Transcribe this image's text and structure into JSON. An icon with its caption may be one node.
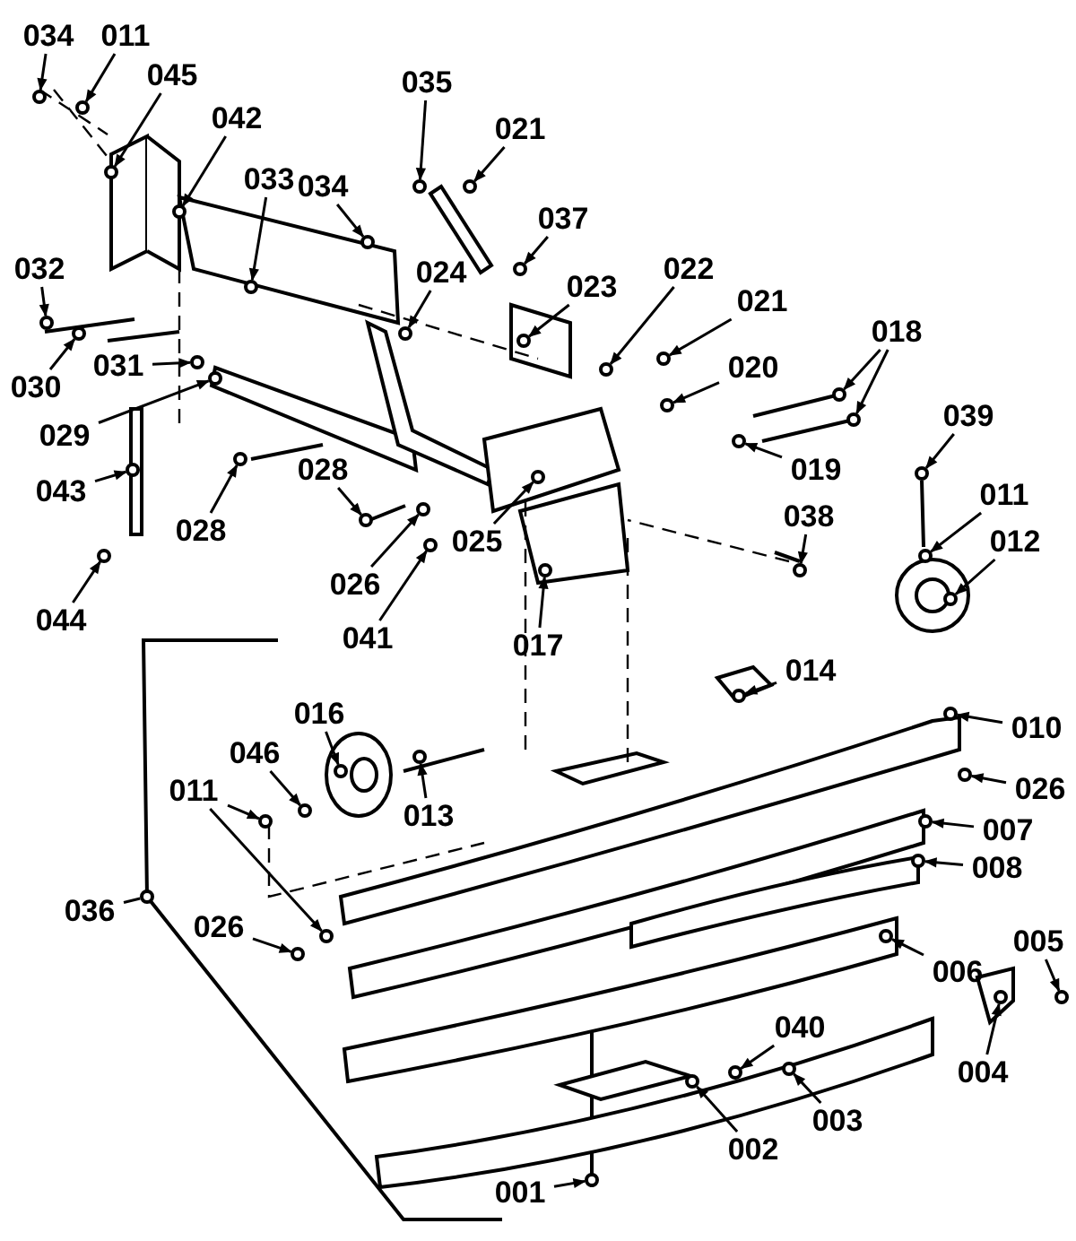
{
  "diagram": {
    "nodes": [
      {
        "text": [
          "034"
        ]
      },
      {
        "text": [
          "011"
        ]
      },
      {
        "text": [
          "045"
        ]
      },
      {
        "text": [
          "042"
        ]
      },
      {
        "text": [
          "033"
        ]
      },
      {
        "text": [
          "035"
        ]
      },
      {
        "text": [
          "021"
        ]
      },
      {
        "text": [
          "034"
        ]
      },
      {
        "text": [
          "037"
        ]
      },
      {
        "text": [
          "023"
        ]
      },
      {
        "text": [
          "024"
        ]
      },
      {
        "text": [
          "022"
        ]
      },
      {
        "text": [
          "021"
        ]
      },
      {
        "text": [
          "018"
        ]
      },
      {
        "text": [
          "020"
        ]
      },
      {
        "text": [
          "019"
        ]
      },
      {
        "text": [
          "032"
        ]
      },
      {
        "text": [
          "030"
        ]
      },
      {
        "text": [
          "031"
        ]
      },
      {
        "text": [
          "029"
        ]
      },
      {
        "text": [
          "043"
        ]
      },
      {
        "text": [
          "028"
        ]
      },
      {
        "text": [
          "044"
        ]
      },
      {
        "text": [
          "028"
        ]
      },
      {
        "text": [
          "026"
        ]
      },
      {
        "text": [
          "041"
        ]
      },
      {
        "text": [
          "025"
        ]
      },
      {
        "text": [
          "017"
        ]
      },
      {
        "text": [
          "038"
        ]
      },
      {
        "text": [
          "039"
        ]
      },
      {
        "text": [
          "011"
        ]
      },
      {
        "text": [
          "012"
        ]
      },
      {
        "text": [
          "014"
        ]
      },
      {
        "text": [
          "010"
        ]
      },
      {
        "text": [
          "026"
        ]
      },
      {
        "text": [
          "016"
        ]
      },
      {
        "text": [
          "046"
        ]
      },
      {
        "text": [
          "011"
        ]
      },
      {
        "text": [
          "013"
        ]
      },
      {
        "text": [
          "007"
        ]
      },
      {
        "text": [
          "008"
        ]
      },
      {
        "text": [
          "036"
        ]
      },
      {
        "text": [
          "026"
        ]
      },
      {
        "text": [
          "005"
        ]
      },
      {
        "text": [
          "006"
        ]
      },
      {
        "text": [
          "004"
        ]
      },
      {
        "text": [
          "040"
        ]
      },
      {
        "text": [
          "003"
        ]
      },
      {
        "text": [
          "002"
        ]
      },
      {
        "text": [
          "001"
        ]
      },
      {
        "text": [],
        "shape": "circle"
      },
      {
        "text": [],
        "shape": "circle"
      },
      {
        "text": [],
        "shape": "circle"
      },
      {
        "text": [],
        "shape": "circle"
      },
      {
        "text": [],
        "shape": "circle"
      },
      {
        "text": [],
        "shape": "circle"
      },
      {
        "text": [],
        "shape": "circle"
      },
      {
        "text": [],
        "shape": "circle"
      },
      {
        "text": [],
        "shape": "circle"
      },
      {
        "text": [],
        "shape": "circle"
      },
      {
        "text": [],
        "shape": "circle"
      },
      {
        "text": [],
        "shape": "circle"
      },
      {
        "text": [],
        "shape": "circle"
      },
      {
        "text": [],
        "shape": "circle"
      },
      {
        "text": [],
        "shape": "circle"
      },
      {
        "text": [],
        "shape": "circle"
      },
      {
        "text": [],
        "shape": "circle"
      },
      {
        "text": [],
        "shape": "circle"
      },
      {
        "text": [],
        "shape": "circle"
      },
      {
        "text": [],
        "shape": "circle"
      },
      {
        "text": [],
        "shape": "circle"
      },
      {
        "text": [],
        "shape": "circle"
      },
      {
        "text": [],
        "shape": "circle"
      },
      {
        "text": [],
        "shape": "circle"
      },
      {
        "text": [],
        "shape": "circle"
      },
      {
        "text": [],
        "shape": "circle"
      },
      {
        "text": [],
        "shape": "circle"
      },
      {
        "text": [],
        "shape": "circle"
      },
      {
        "text": [],
        "shape": "circle"
      },
      {
        "text": [],
        "shape": "circle"
      },
      {
        "text": [],
        "shape": "circle"
      },
      {
        "text": [],
        "shape": "circle"
      },
      {
        "text": [],
        "shape": "circle"
      },
      {
        "text": [],
        "shape": "circle"
      },
      {
        "text": [],
        "shape": "circle"
      },
      {
        "text": [],
        "shape": "circle"
      },
      {
        "text": [],
        "shape": "circle"
      },
      {
        "text": [],
        "shape": "circle"
      },
      {
        "text": [],
        "shape": "circle"
      },
      {
        "text": [],
        "shape": "circle"
      },
      {
        "text": [],
        "shape": "circle"
      },
      {
        "text": [],
        "shape": "circle"
      },
      {
        "text": [],
        "shape": "circle"
      },
      {
        "text": [],
        "shape": "circle"
      },
      {
        "text": [],
        "shape": "circle"
      },
      {
        "text": [],
        "shape": "circle"
      },
      {
        "text": [],
        "shape": "circle"
      },
      {
        "text": [],
        "shape": "circle"
      },
      {
        "text": [],
        "shape": "circle"
      },
      {
        "text": [],
        "shape": "circle"
      },
      {
        "text": [],
        "shape": "circle"
      },
      {
        "text": [],
        "shape": "circle"
      }
    ],
    "edges": [
      {
        "from": 0,
        "to": 50,
        "arrow": "to"
      },
      {
        "from": 1,
        "to": 51,
        "arrow": "to"
      },
      {
        "from": 2,
        "to": 52,
        "arrow": "to"
      },
      {
        "from": 3,
        "to": 53,
        "arrow": "to"
      },
      {
        "from": 4,
        "to": 54,
        "arrow": "to"
      },
      {
        "from": 5,
        "to": 55,
        "arrow": "to"
      },
      {
        "from": 6,
        "to": 56,
        "arrow": "to"
      },
      {
        "from": 7,
        "to": 57,
        "arrow": "to"
      },
      {
        "from": 8,
        "to": 58,
        "arrow": "to"
      },
      {
        "from": 9,
        "to": 59,
        "arrow": "to"
      },
      {
        "from": 10,
        "to": 60,
        "arrow": "to"
      },
      {
        "from": 11,
        "to": 61,
        "arrow": "to"
      },
      {
        "from": 12,
        "to": 62,
        "arrow": "to"
      },
      {
        "from": 13,
        "to": 63,
        "arrow": "to"
      },
      {
        "from": 13,
        "to": 64,
        "arrow": "to"
      },
      {
        "from": 14,
        "to": 65,
        "arrow": "to"
      },
      {
        "from": 15,
        "to": 66,
        "arrow": "to"
      },
      {
        "from": 16,
        "to": 67,
        "arrow": "to"
      },
      {
        "from": 17,
        "to": 68,
        "arrow": "to"
      },
      {
        "from": 18,
        "to": 69,
        "arrow": "to"
      },
      {
        "from": 19,
        "to": 70,
        "arrow": "to"
      },
      {
        "from": 20,
        "to": 71,
        "arrow": "to"
      },
      {
        "from": 21,
        "to": 72,
        "arrow": "to"
      },
      {
        "from": 22,
        "to": 73,
        "arrow": "to"
      },
      {
        "from": 23,
        "to": 74,
        "arrow": "to"
      },
      {
        "from": 24,
        "to": 75,
        "arrow": "to"
      },
      {
        "from": 25,
        "to": 76,
        "arrow": "to"
      },
      {
        "from": 26,
        "to": 77,
        "arrow": "to"
      },
      {
        "from": 27,
        "to": 78,
        "arrow": "to"
      },
      {
        "from": 28,
        "to": 79,
        "arrow": "to"
      },
      {
        "from": 29,
        "to": 80,
        "arrow": "to"
      },
      {
        "from": 30,
        "to": 81,
        "arrow": "to"
      },
      {
        "from": 31,
        "to": 82,
        "arrow": "to"
      },
      {
        "from": 32,
        "to": 83,
        "arrow": "to"
      },
      {
        "from": 33,
        "to": 84,
        "arrow": "to"
      },
      {
        "from": 34,
        "to": 85,
        "arrow": "to"
      },
      {
        "from": 35,
        "to": 86,
        "arrow": "to"
      },
      {
        "from": 36,
        "to": 87,
        "arrow": "to"
      },
      {
        "from": 37,
        "to": 88,
        "arrow": "to"
      },
      {
        "from": 37,
        "to": 89,
        "arrow": "to"
      },
      {
        "from": 38,
        "to": 90,
        "arrow": "to"
      },
      {
        "from": 39,
        "to": 91,
        "arrow": "to"
      },
      {
        "from": 40,
        "to": 92,
        "arrow": "to"
      },
      {
        "from": 41,
        "to": 93,
        "arrow": "none"
      },
      {
        "from": 42,
        "to": 94,
        "arrow": "to"
      },
      {
        "from": 43,
        "to": 95,
        "arrow": "to"
      },
      {
        "from": 44,
        "to": 96,
        "arrow": "to"
      },
      {
        "from": 45,
        "to": 97,
        "arrow": "to"
      },
      {
        "from": 46,
        "to": 98,
        "arrow": "to"
      },
      {
        "from": 47,
        "to": 99,
        "arrow": "to"
      },
      {
        "from": 48,
        "to": 100,
        "arrow": "to"
      },
      {
        "from": 49,
        "to": 101,
        "arrow": "to"
      }
    ]
  }
}
